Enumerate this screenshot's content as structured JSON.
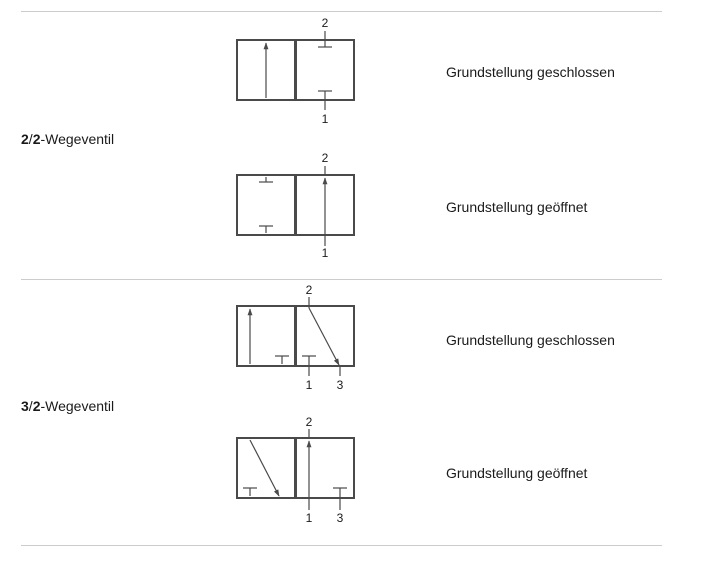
{
  "rows": [
    {
      "valve_num_a": "2",
      "valve_sep": "/",
      "valve_num_b": "2",
      "valve_suffix": "-Wegeventil",
      "states": [
        {
          "description": "Grundstellung geschlossen",
          "port_top": "2",
          "port_bottom": "1"
        },
        {
          "description": "Grundstellung geöffnet",
          "port_top": "2",
          "port_bottom": "1"
        }
      ]
    },
    {
      "valve_num_a": "3",
      "valve_sep": "/",
      "valve_num_b": "2",
      "valve_suffix": "-Wegeventil",
      "states": [
        {
          "description": "Grundstellung geschlossen",
          "port_top": "2",
          "port_bottom_left": "1",
          "port_bottom_right": "3"
        },
        {
          "description": "Grundstellung geöffnet",
          "port_top": "2",
          "port_bottom_left": "1",
          "port_bottom_right": "3"
        }
      ]
    }
  ]
}
